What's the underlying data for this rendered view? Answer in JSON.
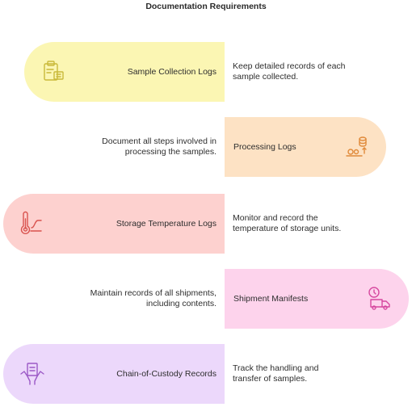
{
  "title": "Documentation Requirements",
  "items": [
    {
      "label": "Sample Collection Logs",
      "description": "Keep detailed records of each sample collected.",
      "icon": "clipboard-icon",
      "fill": "#fbf6b3",
      "stroke": "#c9b93a"
    },
    {
      "label": "Processing Logs",
      "description": "Document all steps involved in processing the samples.",
      "icon": "processing-icon",
      "fill": "#fde2c4",
      "stroke": "#e08a3a"
    },
    {
      "label": "Storage Temperature Logs",
      "description": "Monitor and record the temperature of storage units.",
      "icon": "thermometer-icon",
      "fill": "#fdd1cf",
      "stroke": "#d9534f"
    },
    {
      "label": "Shipment Manifests",
      "description": "Maintain records of all shipments, including contents.",
      "icon": "delivery-truck-icon",
      "fill": "#fdd3ec",
      "stroke": "#d6489f"
    },
    {
      "label": "Chain-of-Custody Records",
      "description": "Track the handling and transfer of samples.",
      "icon": "hands-document-icon",
      "fill": "#ecd8fb",
      "stroke": "#9b59c6"
    }
  ]
}
